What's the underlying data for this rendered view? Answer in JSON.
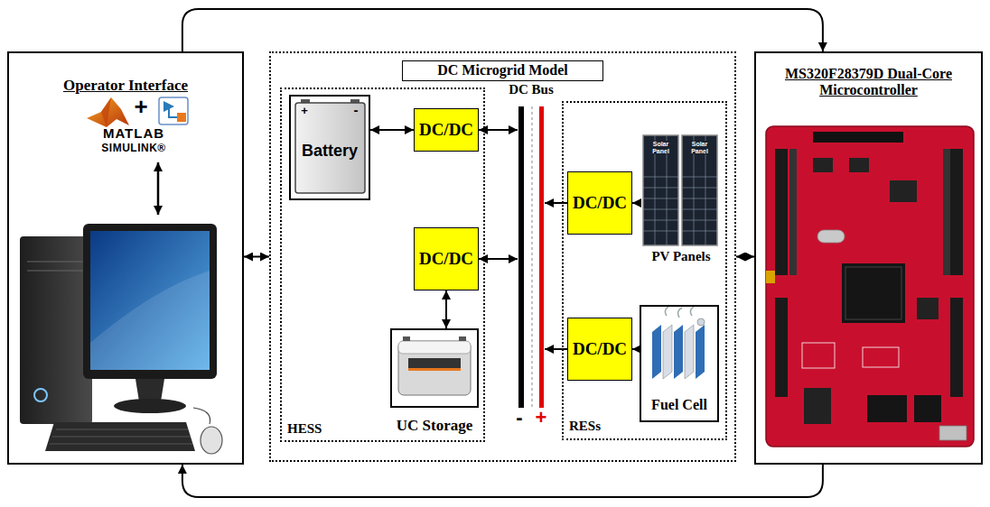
{
  "diagram": {
    "nodes": [
      {
        "text": [
          "Operator Interface"
        ]
      },
      {
        "text": [
          "DC Microgrid Model"
        ]
      },
      {
        "text": [
          "HESS"
        ],
        "in": 1
      },
      {
        "text": [
          "Battery"
        ],
        "in": 2
      },
      {
        "text": [
          "DC/DC"
        ],
        "in": 2
      },
      {
        "text": [
          "DC/DC"
        ],
        "in": 2
      },
      {
        "text": [
          "UC Storage"
        ],
        "in": 2
      },
      {
        "text": [
          "DC Bus"
        ],
        "in": 1
      },
      {
        "text": [
          "RESs"
        ],
        "in": 1
      },
      {
        "text": [
          "DC/DC"
        ],
        "in": 8
      },
      {
        "text": [
          "PV Panels"
        ],
        "in": 8
      },
      {
        "text": [
          "DC/DC"
        ],
        "in": 8
      },
      {
        "text": [
          "Fuel Cell"
        ],
        "in": 8
      },
      {
        "text": [
          "MS320F28379D Dual-Core Microcontroller"
        ]
      }
    ],
    "edges": [
      {
        "from": 3,
        "to": 4,
        "arrow": "both"
      },
      {
        "from": 4,
        "to": 7,
        "arrow": "both"
      },
      {
        "from": 5,
        "to": 7,
        "arrow": "both"
      },
      {
        "from": 5,
        "to": 6,
        "arrow": "both"
      },
      {
        "from": 10,
        "to": 9,
        "arrow": "to"
      },
      {
        "from": 9,
        "to": 7,
        "arrow": "to"
      },
      {
        "from": 12,
        "to": 11,
        "arrow": "to"
      },
      {
        "from": 11,
        "to": 7,
        "arrow": "to"
      },
      {
        "from": 0,
        "to": 1,
        "arrow": "both"
      },
      {
        "from": 1,
        "to": 13,
        "arrow": "both"
      },
      {
        "from": 0,
        "to": 13,
        "arrow": "to"
      },
      {
        "from": 13,
        "to": 0,
        "arrow": "to"
      }
    ],
    "labels": [
      "+",
      "MATLAB",
      "SIMULINK®",
      "+",
      "-",
      "-",
      "+",
      "Solar Panel",
      "Solar Panel"
    ]
  }
}
